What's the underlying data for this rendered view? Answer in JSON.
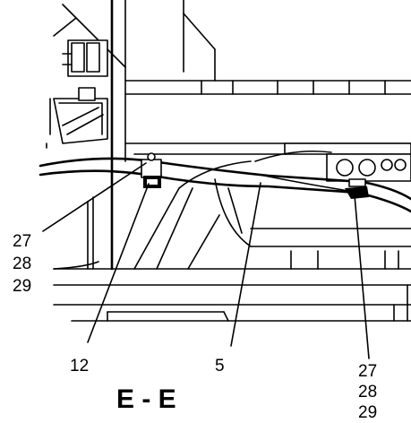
{
  "section_title": "E - E",
  "callouts": {
    "left_group": [
      "27",
      "28",
      "29"
    ],
    "clip_left": "12",
    "hose": "5",
    "right_group": [
      "27",
      "28",
      "29"
    ]
  }
}
